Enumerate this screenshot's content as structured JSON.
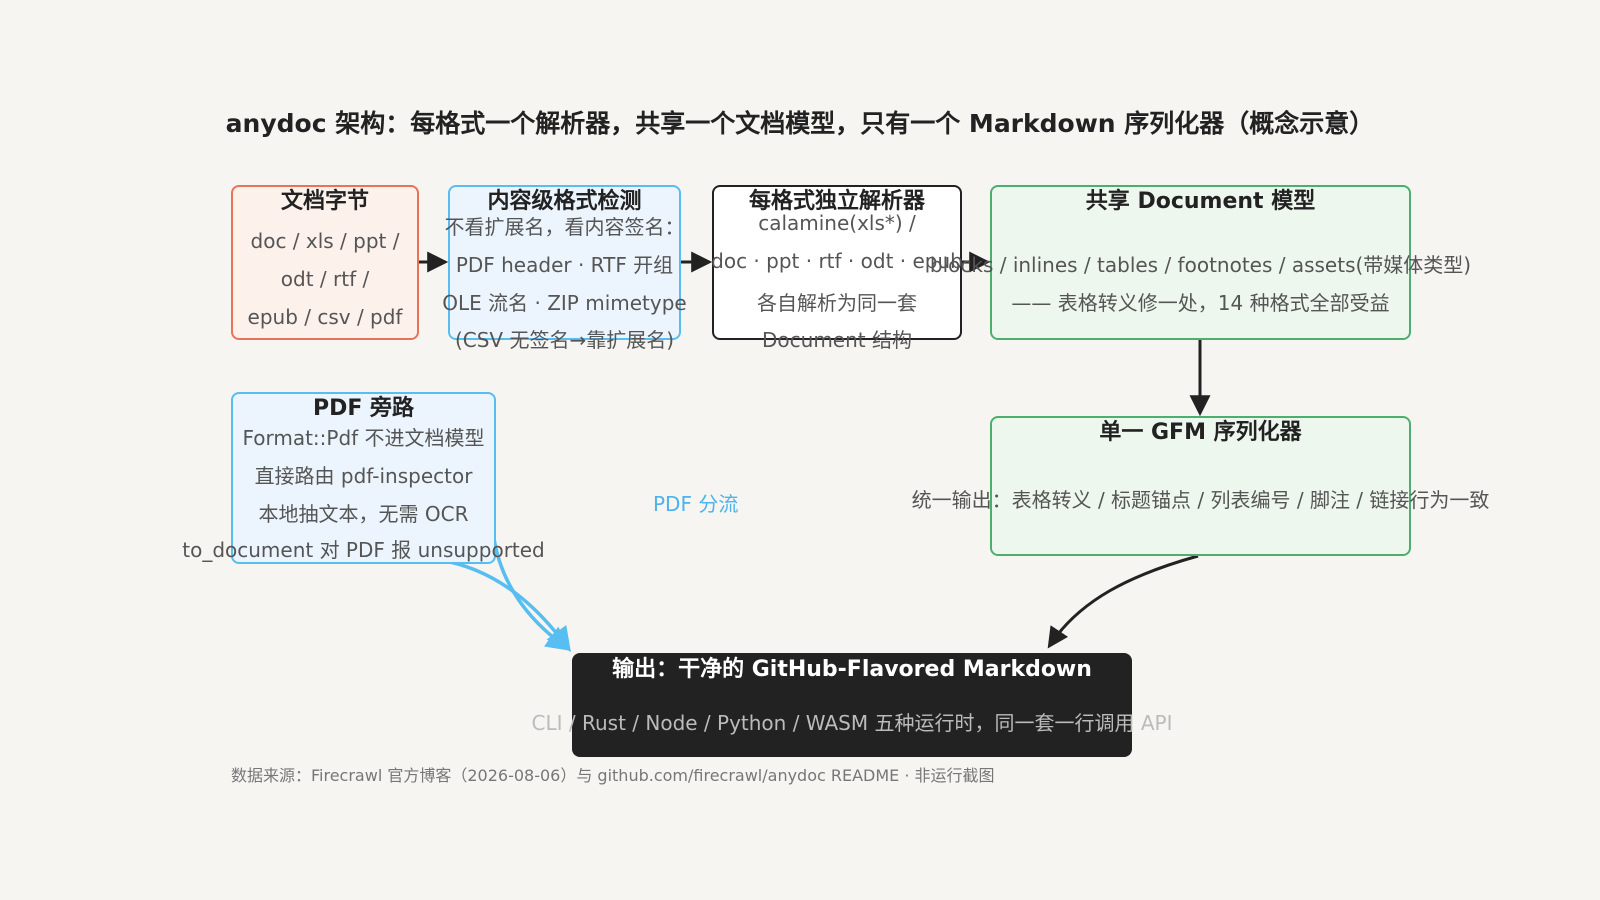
{
  "title": "anydoc 架构：每格式一个解析器，共享一个文档模型，只有一个 Markdown 序列化器（概念示意）",
  "nodes": {
    "bytes": {
      "title": "文档字节",
      "lines": [
        "doc / xls / ppt /",
        "odt / rtf /",
        "epub / csv / pdf"
      ]
    },
    "detect": {
      "title": "内容级格式检测",
      "lines": [
        "不看扩展名，看内容签名：",
        "PDF header · RTF 开组",
        "OLE 流名 · ZIP mimetype",
        "(CSV 无签名→靠扩展名)"
      ]
    },
    "parsers": {
      "title": "每格式独立解析器",
      "lines": [
        "calamine(xls*) /",
        "doc · ppt · rtf · odt · epub",
        "各自解析为同一套",
        "Document 结构"
      ]
    },
    "model": {
      "title": "共享 Document 模型",
      "lines": [
        "blocks / inlines / tables / footnotes / assets(带媒体类型)",
        "—— 表格转义修一处，14 种格式全部受益"
      ]
    },
    "pdf": {
      "title": "PDF 旁路",
      "lines": [
        "Format::Pdf 不进文档模型",
        "直接路由 pdf-inspector",
        "本地抽文本，无需 OCR",
        "to_document 对 PDF 报 unsupported"
      ]
    },
    "serializer": {
      "title": "单一 GFM 序列化器",
      "lines": [
        "统一输出：表格转义 / 标题锚点 / 列表编号 / 脚注 / 链接行为一致"
      ]
    },
    "output": {
      "title": "输出：干净的 GitHub-Flavored Markdown",
      "lines": [
        "CLI / Rust / Node / Python / WASM 五种运行时，同一套一行调用 API"
      ]
    }
  },
  "edge_labels": {
    "pdf_route": "PDF 分流"
  },
  "footer": "数据来源：Firecrawl 官方博客（2026-08-06）与 github.com/firecrawl/anydoc README · 非运行截图",
  "colors": {
    "orange": "#e9735a",
    "blue": "#58bdf0",
    "green": "#4caf6e",
    "dark": "#222222"
  }
}
